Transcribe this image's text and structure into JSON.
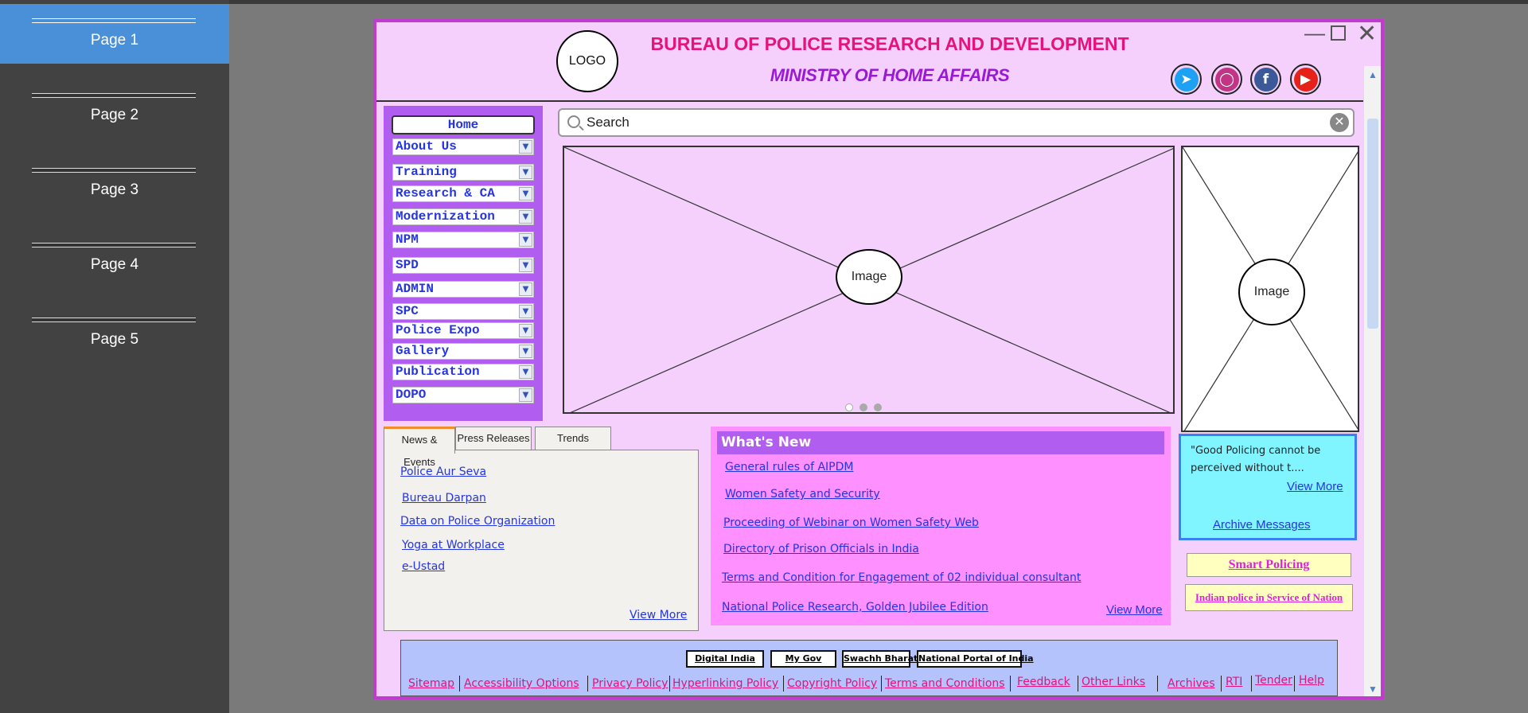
{
  "pages_panel": {
    "pages": [
      "Page 1",
      "Page 2",
      "Page 3",
      "Page 4",
      "Page 5"
    ],
    "active_index": 0
  },
  "header": {
    "logo_text": "LOGO",
    "title": "BUREAU OF POLICE RESEARCH AND DEVELOPMENT",
    "subtitle": "MINISTRY OF HOME AFFAIRS",
    "window_controls": [
      "minimize-icon",
      "maximize-icon",
      "close-icon"
    ],
    "social": [
      {
        "name": "twitter-icon",
        "color": "#1da1f2"
      },
      {
        "name": "instagram-icon",
        "color": "#c13584"
      },
      {
        "name": "facebook-icon",
        "color": "#3b5998"
      },
      {
        "name": "youtube-icon",
        "color": "#e62117"
      }
    ]
  },
  "nav": {
    "home": "Home",
    "items": [
      "About Us",
      "Training",
      "Research & CA",
      "Modernization",
      "NPM",
      "SPD",
      "ADMIN",
      "SPC",
      "Police Expo",
      "Gallery",
      "Publication",
      "DOPO"
    ]
  },
  "search": {
    "placeholder": "Search"
  },
  "carousel": {
    "image_label": "Image",
    "dots": 3,
    "active_dot": 0
  },
  "side_image": {
    "image_label": "Image"
  },
  "tabs": {
    "labels": [
      "News & Events",
      "Press Releases",
      "Trends"
    ],
    "active": 0,
    "news_links": [
      "Police Aur Seva",
      "Bureau Darpan",
      "Data on Police Organization",
      "Yoga at Workplace",
      "e-Ustad"
    ],
    "view_more": "View More"
  },
  "whats_new": {
    "heading": "What's New",
    "items": [
      "General rules of AIPDM",
      "Women Safety and Security",
      "Proceeding of Webinar on Women Safety Web",
      "Directory of Prison Officials in India",
      "Terms and Condition for Engagement of 02 individual consultant",
      "National Police Research, Golden Jubilee Edition"
    ],
    "view_more": "View More"
  },
  "quote": {
    "text": "\"Good Policing cannot be perceived without t....",
    "view_more": "View More",
    "archive": "Archive Messages"
  },
  "promos": {
    "smart_policing": "Smart Policing",
    "indian_police": "Indian police in Service of Nation"
  },
  "footer": {
    "badges": [
      "Digital India",
      "My Gov",
      "Swachh Bharat",
      "National Portal of India"
    ],
    "links": [
      "Sitemap",
      "Accessibility Options",
      "Privacy Policy",
      "Hyperlinking Policy",
      "Copyright Policy",
      "Terms and Conditions",
      "Feedback",
      "Other Links",
      "Archives",
      "RTI",
      "Tender",
      "Help"
    ]
  },
  "colors": {
    "panel_bg": "#424242",
    "active_page": "#4a90d9",
    "window_bg": "#f5d0fd",
    "window_border": "#c13bd1",
    "title": "#e6137a",
    "subtitle": "#9b19d6",
    "nav_bg": "#b15ef0",
    "whatsnew_bg": "#ff90ff",
    "quote_bg": "#80f4ff",
    "footer_bg": "#b4c3fc",
    "link": "#2535e0",
    "footer_link": "#e0137a"
  }
}
